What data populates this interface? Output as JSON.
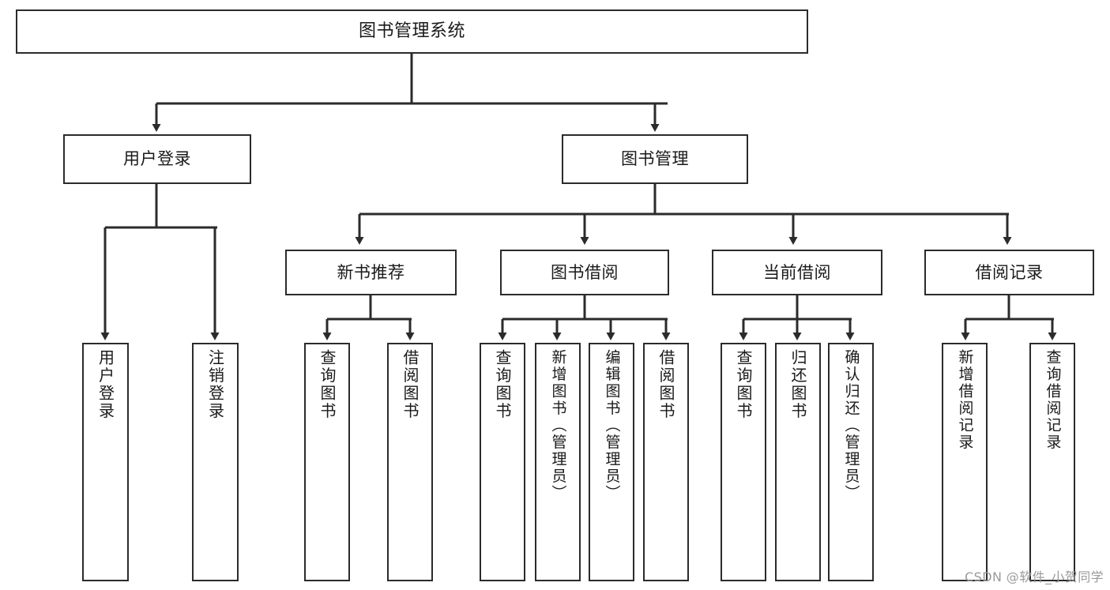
{
  "diagram": {
    "type": "tree-hierarchy-flowchart",
    "title": "图书管理系统",
    "root": {
      "id": "root",
      "label": "图书管理系统"
    },
    "level2": [
      {
        "id": "user-login",
        "label": "用户登录"
      },
      {
        "id": "book-manage",
        "label": "图书管理"
      }
    ],
    "level3": [
      {
        "id": "new-book-rec",
        "label": "新书推荐",
        "parent": "book-manage"
      },
      {
        "id": "book-borrow",
        "label": "图书借阅",
        "parent": "book-manage"
      },
      {
        "id": "current-borrow",
        "label": "当前借阅",
        "parent": "book-manage"
      },
      {
        "id": "borrow-record",
        "label": "借阅记录",
        "parent": "book-manage"
      }
    ],
    "leaves": [
      {
        "id": "leaf-user-login",
        "label": "用户登录",
        "parent": "user-login"
      },
      {
        "id": "leaf-logout",
        "label": "注销登录",
        "parent": "user-login"
      },
      {
        "id": "leaf-query-book-1",
        "label": "查询图书",
        "parent": "new-book-rec"
      },
      {
        "id": "leaf-borrow-book-1",
        "label": "借阅图书",
        "parent": "new-book-rec"
      },
      {
        "id": "leaf-query-book-2",
        "label": "查询图书",
        "parent": "book-borrow"
      },
      {
        "id": "leaf-add-book",
        "label": "新增图书（管理员）",
        "parent": "book-borrow"
      },
      {
        "id": "leaf-edit-book",
        "label": "编辑图书（管理员）",
        "parent": "book-borrow"
      },
      {
        "id": "leaf-borrow-book-2",
        "label": "借阅图书",
        "parent": "book-borrow"
      },
      {
        "id": "leaf-query-book-3",
        "label": "查询图书",
        "parent": "current-borrow"
      },
      {
        "id": "leaf-return-book",
        "label": "归还图书",
        "parent": "current-borrow"
      },
      {
        "id": "leaf-confirm-return",
        "label": "确认归还（管理员）",
        "parent": "current-borrow"
      },
      {
        "id": "leaf-add-record",
        "label": "新增借阅记录",
        "parent": "borrow-record"
      },
      {
        "id": "leaf-query-record",
        "label": "查询借阅记录",
        "parent": "borrow-record"
      }
    ],
    "colors": {
      "stroke": "#2b2b2b",
      "fill": "#ffffff",
      "text": "#1a1a1a",
      "watermark": "#9a9a9a"
    }
  },
  "watermark": {
    "text": "CSDN @软件_小贺同学"
  }
}
